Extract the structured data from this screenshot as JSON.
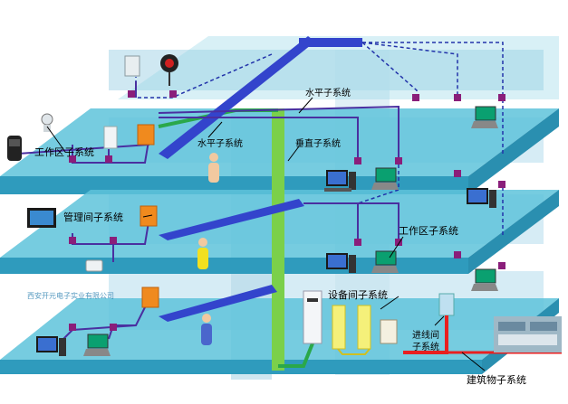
{
  "diagram": {
    "watermark": "西安开元电子实业有限公司",
    "labels": {
      "work_area_top": "工作区子系统",
      "horizontal_top_right": "水平子系统",
      "horizontal_top_left": "水平子系统",
      "vertical": "垂直子系统",
      "management_room": "管理间子系统",
      "work_area_right": "工作区子系统",
      "equipment_room": "设备间子系统",
      "entrance_line1": "进线间",
      "entrance_line2": "子系统",
      "building": "建筑物子系统"
    },
    "colors": {
      "floor_top": "#5ec3da",
      "floor_edge": "#2f9bbd",
      "wall": "#cfe8f2",
      "backbone_blue": "#3344cc",
      "vertical_green": "#7bd04a",
      "cable_purple": "#4a2fa0",
      "cable_dashed": "#2233aa",
      "outlet": "#8a1e7a",
      "panel_orange": "#f08a1e",
      "equip_yellow": "#f5f07a",
      "campus_red": "#e82020"
    }
  }
}
